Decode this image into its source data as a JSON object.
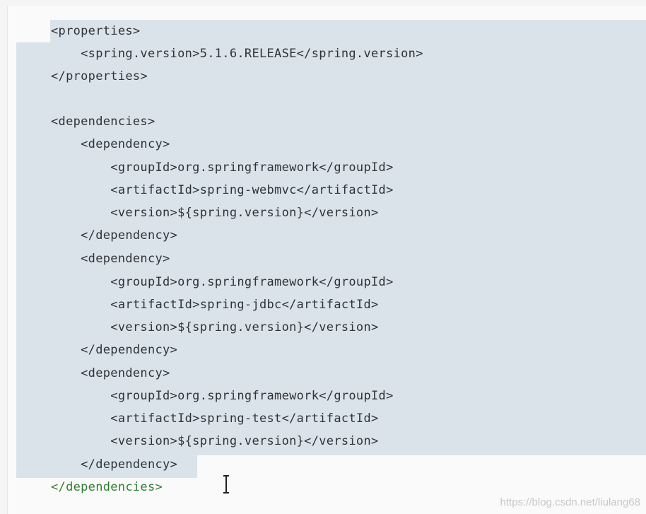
{
  "code": {
    "lines": [
      "<properties>",
      "    <spring.version>5.1.6.RELEASE</spring.version>",
      "</properties>",
      "",
      "<dependencies>",
      "    <dependency>",
      "        <groupId>org.springframework</groupId>",
      "        <artifactId>spring-webmvc</artifactId>",
      "        <version>${spring.version}</version>",
      "    </dependency>",
      "    <dependency>",
      "        <groupId>org.springframework</groupId>",
      "        <artifactId>spring-jdbc</artifactId>",
      "        <version>${spring.version}</version>",
      "    </dependency>",
      "    <dependency>",
      "        <groupId>org.springframework</groupId>",
      "        <artifactId>spring-test</artifactId>",
      "        <version>${spring.version}</version>",
      "    </dependency>",
      "</dependencies>"
    ]
  },
  "watermark": "https://blog.csdn.net/liulang68",
  "colors": {
    "selection": "#dbe3ea",
    "text": "#2e3338",
    "unselected_tag": "#2f7d2f"
  }
}
